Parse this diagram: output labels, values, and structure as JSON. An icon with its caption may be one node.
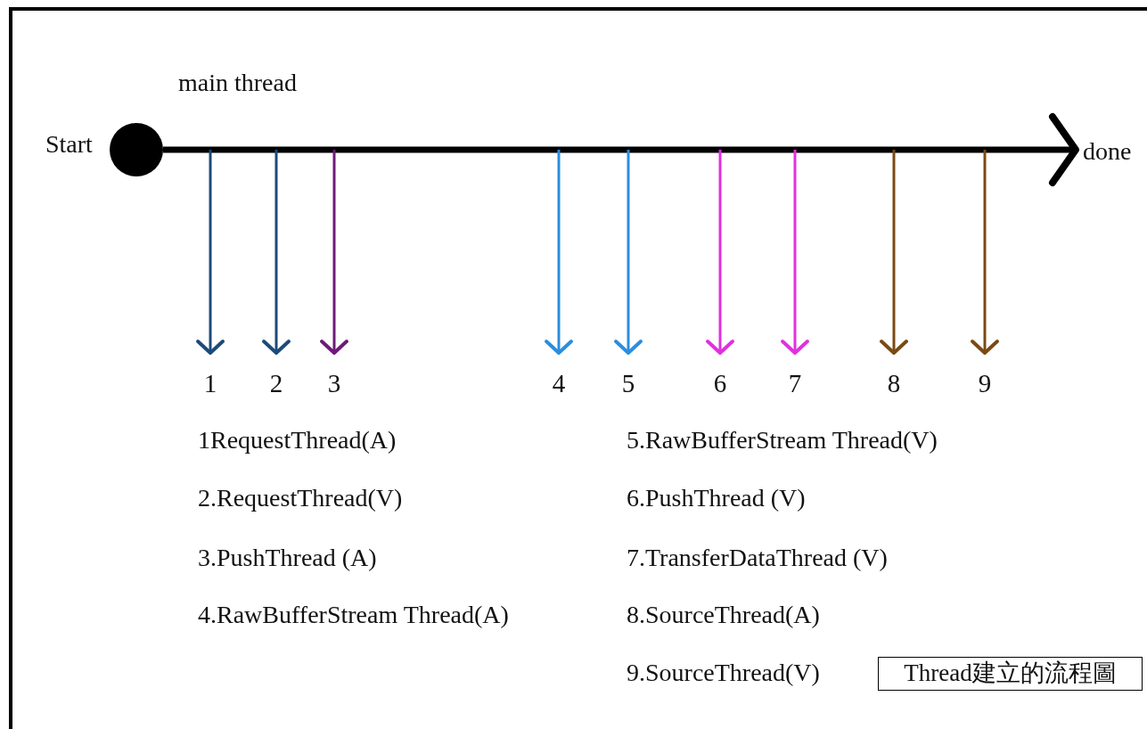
{
  "diagram": {
    "nodes": [
      {
        "text": [],
        "shape": "circle",
        "beside": [
          "Start"
        ]
      },
      {
        "text": [
          "done"
        ]
      },
      {
        "text": [
          "1"
        ]
      },
      {
        "text": [
          "2"
        ]
      },
      {
        "text": [
          "3"
        ]
      },
      {
        "text": [
          "4"
        ]
      },
      {
        "text": [
          "5"
        ]
      },
      {
        "text": [
          "6"
        ]
      },
      {
        "text": [
          "7"
        ]
      },
      {
        "text": [
          "8"
        ]
      },
      {
        "text": [
          "9"
        ]
      },
      {
        "text": [
          "Thread建立的流程圖"
        ]
      }
    ],
    "edges": [
      {
        "from": 0,
        "to": 1,
        "arrow": "to",
        "label": "main thread",
        "style": "thick",
        "color": "#000000"
      },
      {
        "from": null,
        "to": 2,
        "arrow": "to",
        "color": "#1d4a7a"
      },
      {
        "from": null,
        "to": 3,
        "arrow": "to",
        "color": "#1d4a7a"
      },
      {
        "from": null,
        "to": 4,
        "arrow": "to",
        "color": "#6e1a7a"
      },
      {
        "from": null,
        "to": 5,
        "arrow": "to",
        "color": "#2a8ee0"
      },
      {
        "from": null,
        "to": 6,
        "arrow": "to",
        "color": "#2a8ee0"
      },
      {
        "from": null,
        "to": 7,
        "arrow": "to",
        "color": "#e030e0"
      },
      {
        "from": null,
        "to": 8,
        "arrow": "to",
        "color": "#e030e0"
      },
      {
        "from": null,
        "to": 9,
        "arrow": "to",
        "color": "#7a4a14"
      },
      {
        "from": null,
        "to": 10,
        "arrow": "to",
        "color": "#7a4a14"
      }
    ],
    "labels": [
      "1RequestThread(A)",
      "5.RawBufferStream Thread(V)",
      "2.RequestThread(V)",
      "6.PushThread (V)",
      "3.PushThread (A)",
      "7.TransferDataThread (V)",
      "4.RawBufferStream Thread(A)",
      "8.SourceThread(A)",
      "9.SourceThread(V)"
    ]
  }
}
